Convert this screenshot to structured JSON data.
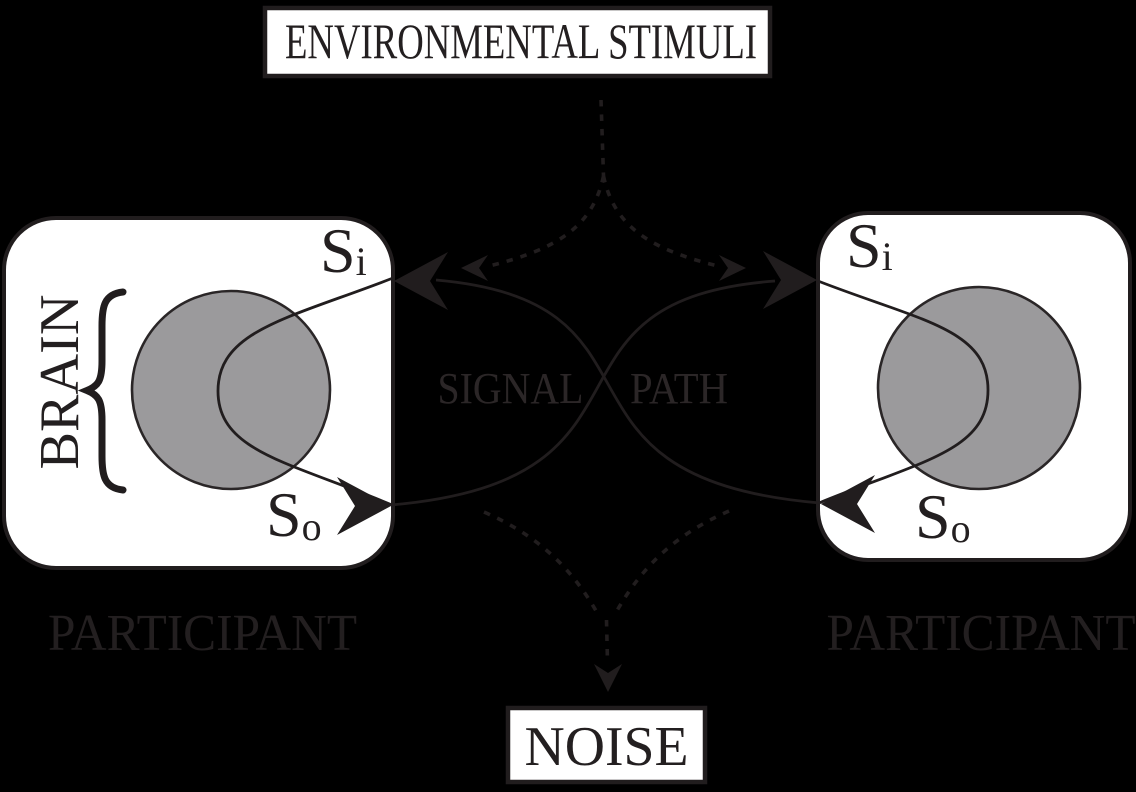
{
  "diagram": {
    "environment_box": {
      "label": "ENVIRONMENTAL STIMULI"
    },
    "noise_box": {
      "label": "NOISE"
    },
    "signal_path": {
      "left_word": "SIGNAL",
      "right_word": "PATH"
    },
    "left_participant": {
      "name": "PARTICIPANT",
      "brain_label": "BRAIN",
      "input_signal": {
        "base": "S",
        "sub": "i"
      },
      "output_signal": {
        "base": "S",
        "sub": "o"
      }
    },
    "right_participant": {
      "name": "PARTICIPANT",
      "input_signal": {
        "base": "S",
        "sub": "i"
      },
      "output_signal": {
        "base": "S",
        "sub": "o"
      }
    }
  },
  "colors": {
    "background": "#000000",
    "box_fill": "#ffffff",
    "line": "#211d1e",
    "text": "#231f20",
    "signal_text": "#2b2627",
    "brain_fill": "#9b9a9c"
  }
}
